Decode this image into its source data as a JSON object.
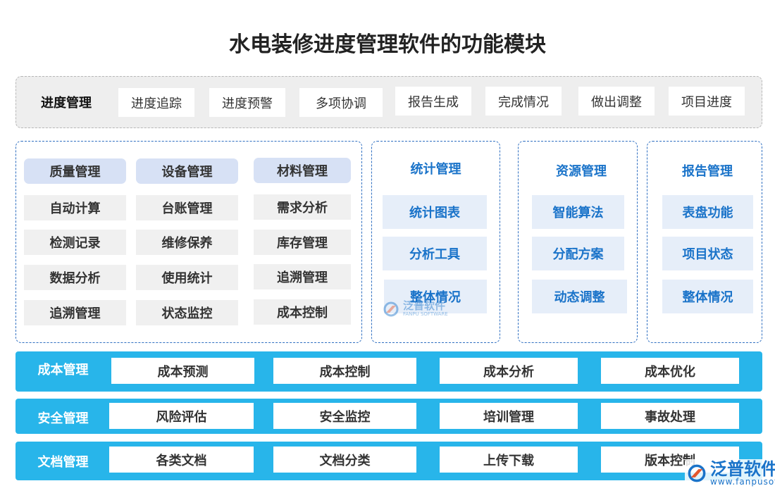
{
  "title": "水电装修进度管理软件的功能模块",
  "progress": {
    "label": "进度管理",
    "items": [
      "进度追踪",
      "进度预警",
      "多项协调",
      "报告生成",
      "完成情况",
      "做出调整",
      "项目进度"
    ]
  },
  "left_panel": {
    "headers": [
      "质量管理",
      "设备管理",
      "材料管理"
    ],
    "rows": [
      [
        "自动计算",
        "台账管理",
        "需求分析"
      ],
      [
        "检测记录",
        "维修保养",
        "库存管理"
      ],
      [
        "数据分析",
        "使用统计",
        "追溯管理"
      ],
      [
        "追溯管理",
        "状态监控",
        "成本控制"
      ]
    ]
  },
  "stats": {
    "title": "统计管理",
    "items": [
      "统计图表",
      "分析工具",
      "整体情况"
    ]
  },
  "resource": {
    "title": "资源管理",
    "items": [
      "智能算法",
      "分配方案",
      "动态调整"
    ]
  },
  "report": {
    "title": "报告管理",
    "items": [
      "表盘功能",
      "项目状态",
      "整体情况"
    ]
  },
  "bands": [
    {
      "label": "成本管理",
      "items": [
        "成本预测",
        "成本控制",
        "成本分析",
        "成本优化"
      ]
    },
    {
      "label": "安全管理",
      "items": [
        "风险评估",
        "安全监控",
        "培训管理",
        "事故处理"
      ]
    },
    {
      "label": "文档管理",
      "items": [
        "各类文档",
        "文档分类",
        "上传下载",
        "版本控制"
      ]
    }
  ],
  "watermark": {
    "center_text": "泛普软件",
    "center_sub": "FANPU SOFTWARE",
    "corner_text": "泛普软件",
    "corner_url": "www.fanpusoft.com"
  },
  "colors": {
    "accent_blue": "#1a73c9",
    "band_blue": "#28b5ea",
    "header_fill": "#d7e1f5",
    "cell_blue": "#e6eef9"
  }
}
